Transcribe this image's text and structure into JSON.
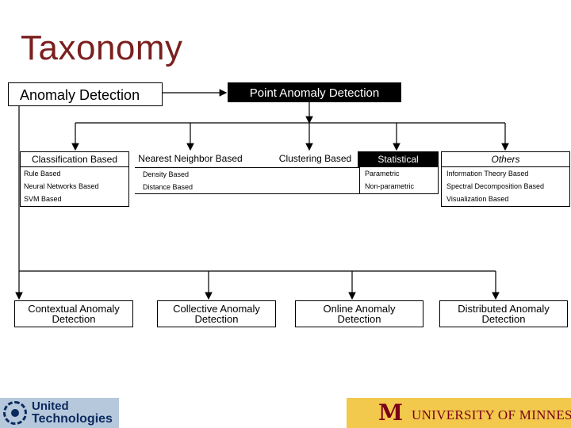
{
  "slide": {
    "title": "Taxonomy"
  },
  "diagram": {
    "root": "Anomaly Detection",
    "point": "Point Anomaly Detection",
    "categories": [
      {
        "label": "Classification Based",
        "items": [
          "Rule Based",
          "Neural Networks Based",
          "SVM Based"
        ]
      },
      {
        "label": "Nearest Neighbor Based",
        "items": [
          "Density Based",
          "Distance Based"
        ]
      },
      {
        "label": "Clustering Based",
        "items": []
      },
      {
        "label": "Statistical",
        "items": [
          "Parametric",
          "Non-parametric"
        ]
      },
      {
        "label": "Others",
        "items": [
          "Information Theory Based",
          "Spectral Decomposition Based",
          "Visualization Based"
        ]
      }
    ],
    "bottom": [
      {
        "line1": "Contextual Anomaly",
        "line2": "Detection"
      },
      {
        "line1": "Collective Anomaly",
        "line2": "Detection"
      },
      {
        "line1": "Online Anomaly",
        "line2": "Detection"
      },
      {
        "line1": "Distributed Anomaly",
        "line2": "Detection"
      }
    ]
  },
  "logos": {
    "left": {
      "line1": "United",
      "line2": "Technologies"
    },
    "right": {
      "mark": "M",
      "text": "UNIVERSITY OF MINNESOTA"
    }
  }
}
